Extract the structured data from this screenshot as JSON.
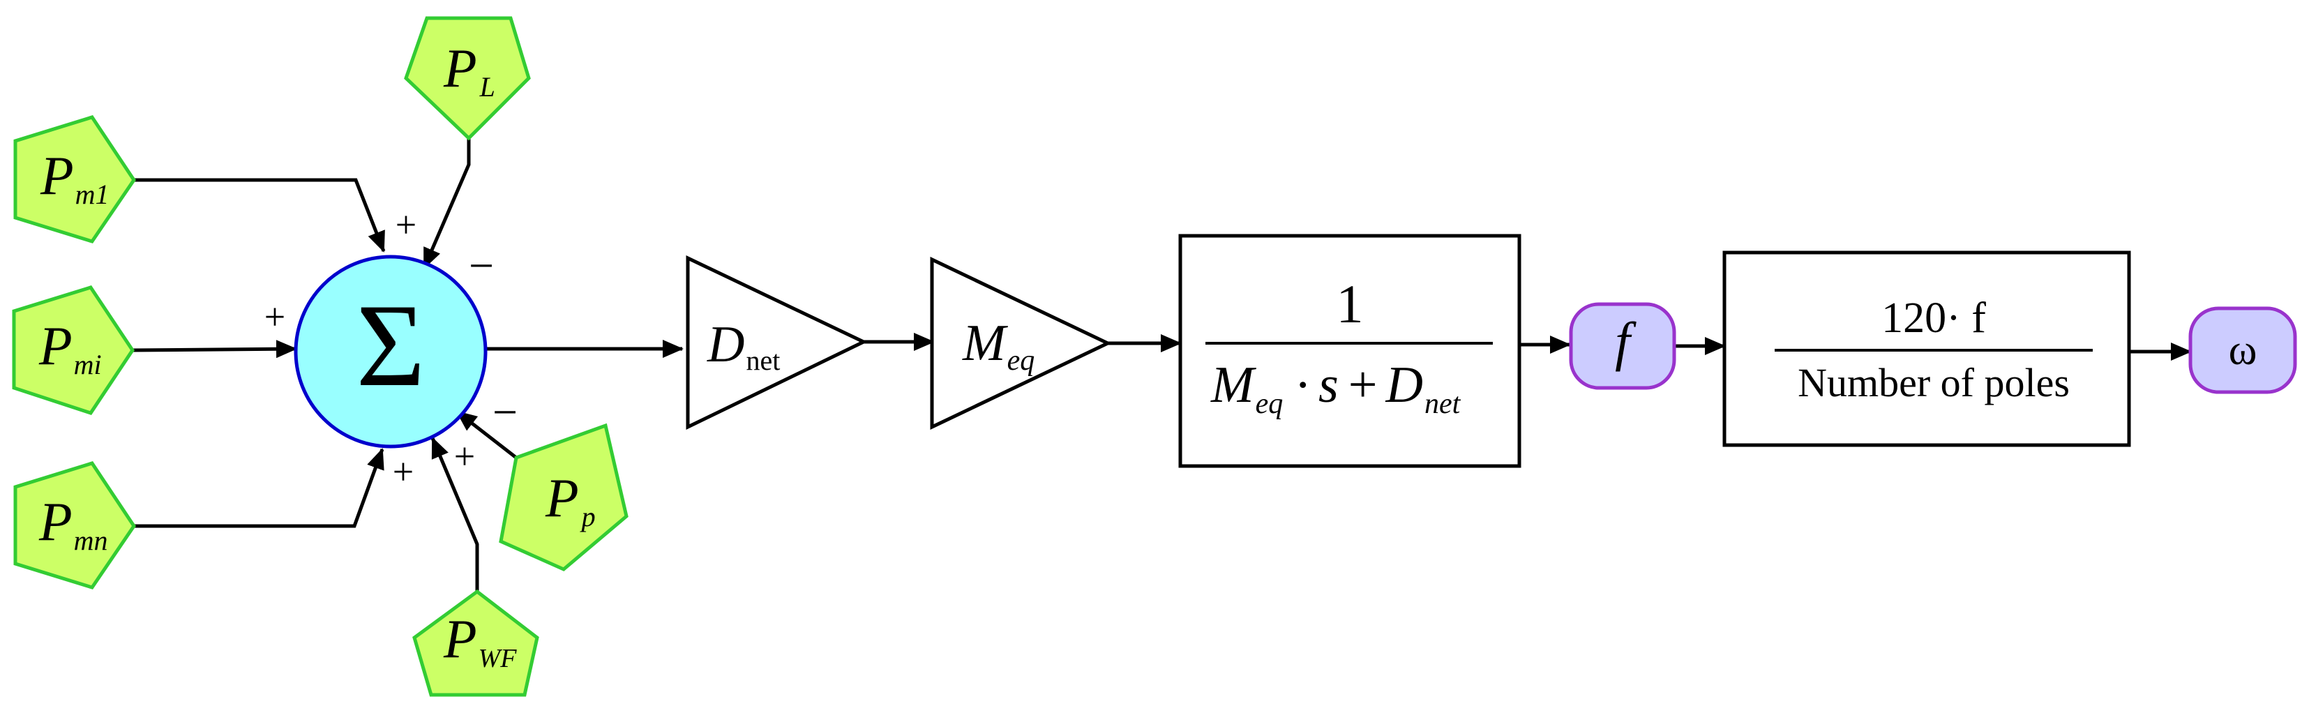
{
  "inputs": {
    "pm1": {
      "main": "P",
      "sub": "m1"
    },
    "pmi": {
      "main": "P",
      "sub": "mi"
    },
    "pmn": {
      "main": "P",
      "sub": "mn"
    },
    "pl": {
      "main": "P",
      "sub": "L"
    },
    "pp": {
      "main": "P",
      "sub": "p"
    },
    "pwf": {
      "main": "P",
      "sub": "WF"
    }
  },
  "summation": {
    "symbol": "Σ",
    "signs": {
      "pm1": "+",
      "pl": "−",
      "pmi": "+",
      "pmn": "+",
      "pwf": "+",
      "pp": "−"
    }
  },
  "gain_dnet": {
    "main": "D",
    "sub": "net"
  },
  "gain_meq": {
    "main": "M",
    "sub": "eq"
  },
  "transfer_block": {
    "numerator": "1",
    "den_m": "M",
    "den_m_sub": "eq",
    "den_dot": "·",
    "den_s": "s",
    "den_plus": "+",
    "den_d": "D",
    "den_d_sub": "net"
  },
  "frequency_node": {
    "label": "f"
  },
  "pole_block": {
    "numerator": "120· f",
    "denominator": "Number of poles"
  },
  "output_node": {
    "label": "ω"
  },
  "colors": {
    "pentagon_fill": "#ccff66",
    "pentagon_stroke": "#33cc33",
    "sum_fill": "#99ffff",
    "sum_stroke": "#0000cc",
    "node_fill": "#ccccff",
    "node_stroke": "#9933cc",
    "line": "#000000"
  }
}
